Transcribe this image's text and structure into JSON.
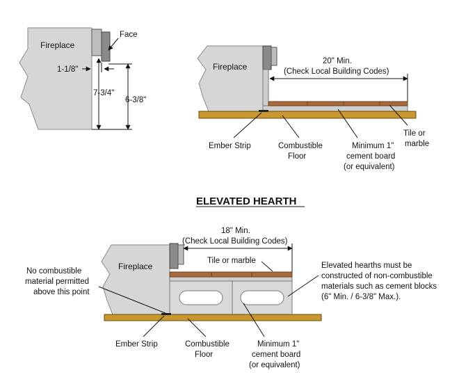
{
  "diagram1": {
    "fireplace_label": "Fireplace",
    "face_label": "Face",
    "dim_small": "1-1/8\"",
    "dim_height": "7-3/4\"",
    "dim_height2": "6-3/8\""
  },
  "diagram2": {
    "fireplace_label": "Fireplace",
    "dim_top": "20\" Min.",
    "dim_note": "(Check Local Building Codes)",
    "callouts": {
      "ember_strip": "Ember Strip",
      "combustible_1": "Combustible",
      "combustible_2": "Floor",
      "cement_1": "Minimum 1\"",
      "cement_2": "cement board",
      "cement_3": "(or equivalent)",
      "tile_1": "Tile or",
      "tile_2": "marble"
    }
  },
  "section_title": "ELEVATED HEARTH",
  "diagram3": {
    "fireplace_label": "Fireplace",
    "dim_top": "18\" Min.",
    "dim_note": "(Check Local Building Codes)",
    "tile_label": "Tile or marble",
    "no_combustible": [
      "No combustible",
      "material permitted",
      "above this point"
    ],
    "elevated_note": [
      "Elevated hearths must be",
      "constructed of non-combustible",
      "materials such as cement blocks",
      "(6\" Min. / 6-3/8\" Max.)."
    ],
    "callouts": {
      "ember_strip": "Ember Strip",
      "combustible_1": "Combustible",
      "combustible_2": "Floor",
      "cement_1": "Minimum 1\"",
      "cement_2": "cement board",
      "cement_3": "(or equivalent)"
    }
  },
  "colors": {
    "wall": "#d6d6d6",
    "face": "#8a8a8a",
    "wood": "#c9972f",
    "tile": "#a86a3a",
    "cement": "#cfcfcf"
  }
}
